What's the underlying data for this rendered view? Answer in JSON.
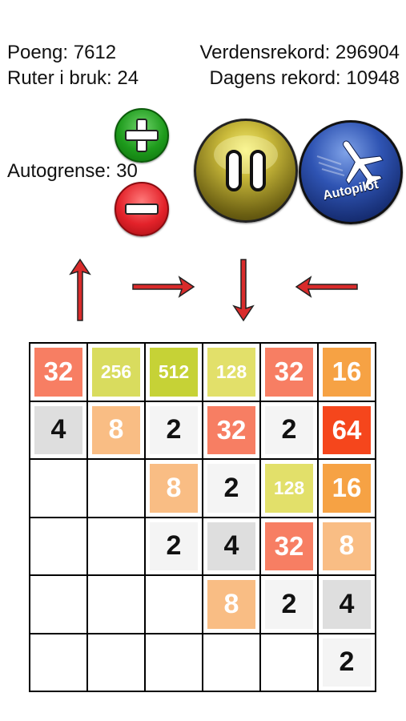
{
  "stats": {
    "score": "Poeng: 7612",
    "tiles_used": "Ruter i bruk: 24",
    "world_record": "Verdensrekord: 296904",
    "daily_record": "Dagens rekord: 10948",
    "autolimit": "Autogrense: 30"
  },
  "controls": {
    "autopilot_label": "Autopilot"
  },
  "board": {
    "size": 6,
    "rows": [
      [
        "32",
        "256",
        "512",
        "128",
        "32",
        "16"
      ],
      [
        "4",
        "8",
        "2",
        "32",
        "2",
        "64"
      ],
      [
        "",
        "",
        "8",
        "2",
        "128",
        "16"
      ],
      [
        "",
        "",
        "2",
        "4",
        "32",
        "8"
      ],
      [
        "",
        "",
        "",
        "8",
        "2",
        "4"
      ],
      [
        "",
        "",
        "",
        "",
        "",
        "2"
      ]
    ]
  },
  "tile_colors": {
    "2": {
      "bg": "#f4f4f4",
      "fg": "#111111"
    },
    "4": {
      "bg": "#dedede",
      "fg": "#111111"
    },
    "8": {
      "bg": "#f9bd84",
      "fg": "#ffffff"
    },
    "16": {
      "bg": "#f6a244",
      "fg": "#ffffff"
    },
    "32": {
      "bg": "#f77e63",
      "fg": "#ffffff"
    },
    "64": {
      "bg": "#f5461c",
      "fg": "#ffffff"
    },
    "128": {
      "bg": "#e2e06a",
      "fg": "#ffffff"
    },
    "256": {
      "bg": "#d9dc5e",
      "fg": "#ffffff"
    },
    "512": {
      "bg": "#c6d236",
      "fg": "#ffffff"
    }
  },
  "icons": {
    "plus": "plus-icon",
    "minus": "minus-icon",
    "pause": "pause-icon",
    "autopilot": "airplane-icon"
  }
}
